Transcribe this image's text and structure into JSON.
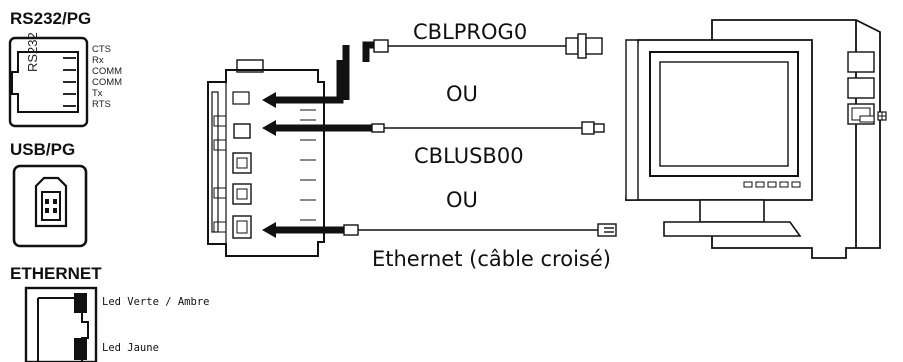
{
  "rs232": {
    "title": "RS232/PG",
    "connector_label": "RS232",
    "pins": [
      "CTS",
      "Rx",
      "COMM",
      "COMM",
      "Tx",
      "RTS"
    ]
  },
  "usb": {
    "title": "USB/PG"
  },
  "ethernet": {
    "title": "ETHERNET",
    "led_1": "Led Verte / Ambre",
    "led_2": "Led Jaune"
  },
  "cables": {
    "serial": "CBLPROG0",
    "or_1": "OU",
    "usb": "CBLUSB00",
    "or_2": "OU",
    "ethernet": "Ethernet (câble croisé)"
  },
  "colors": {
    "line": "#111111",
    "fill": "#ffffff",
    "accent": "#000000"
  }
}
